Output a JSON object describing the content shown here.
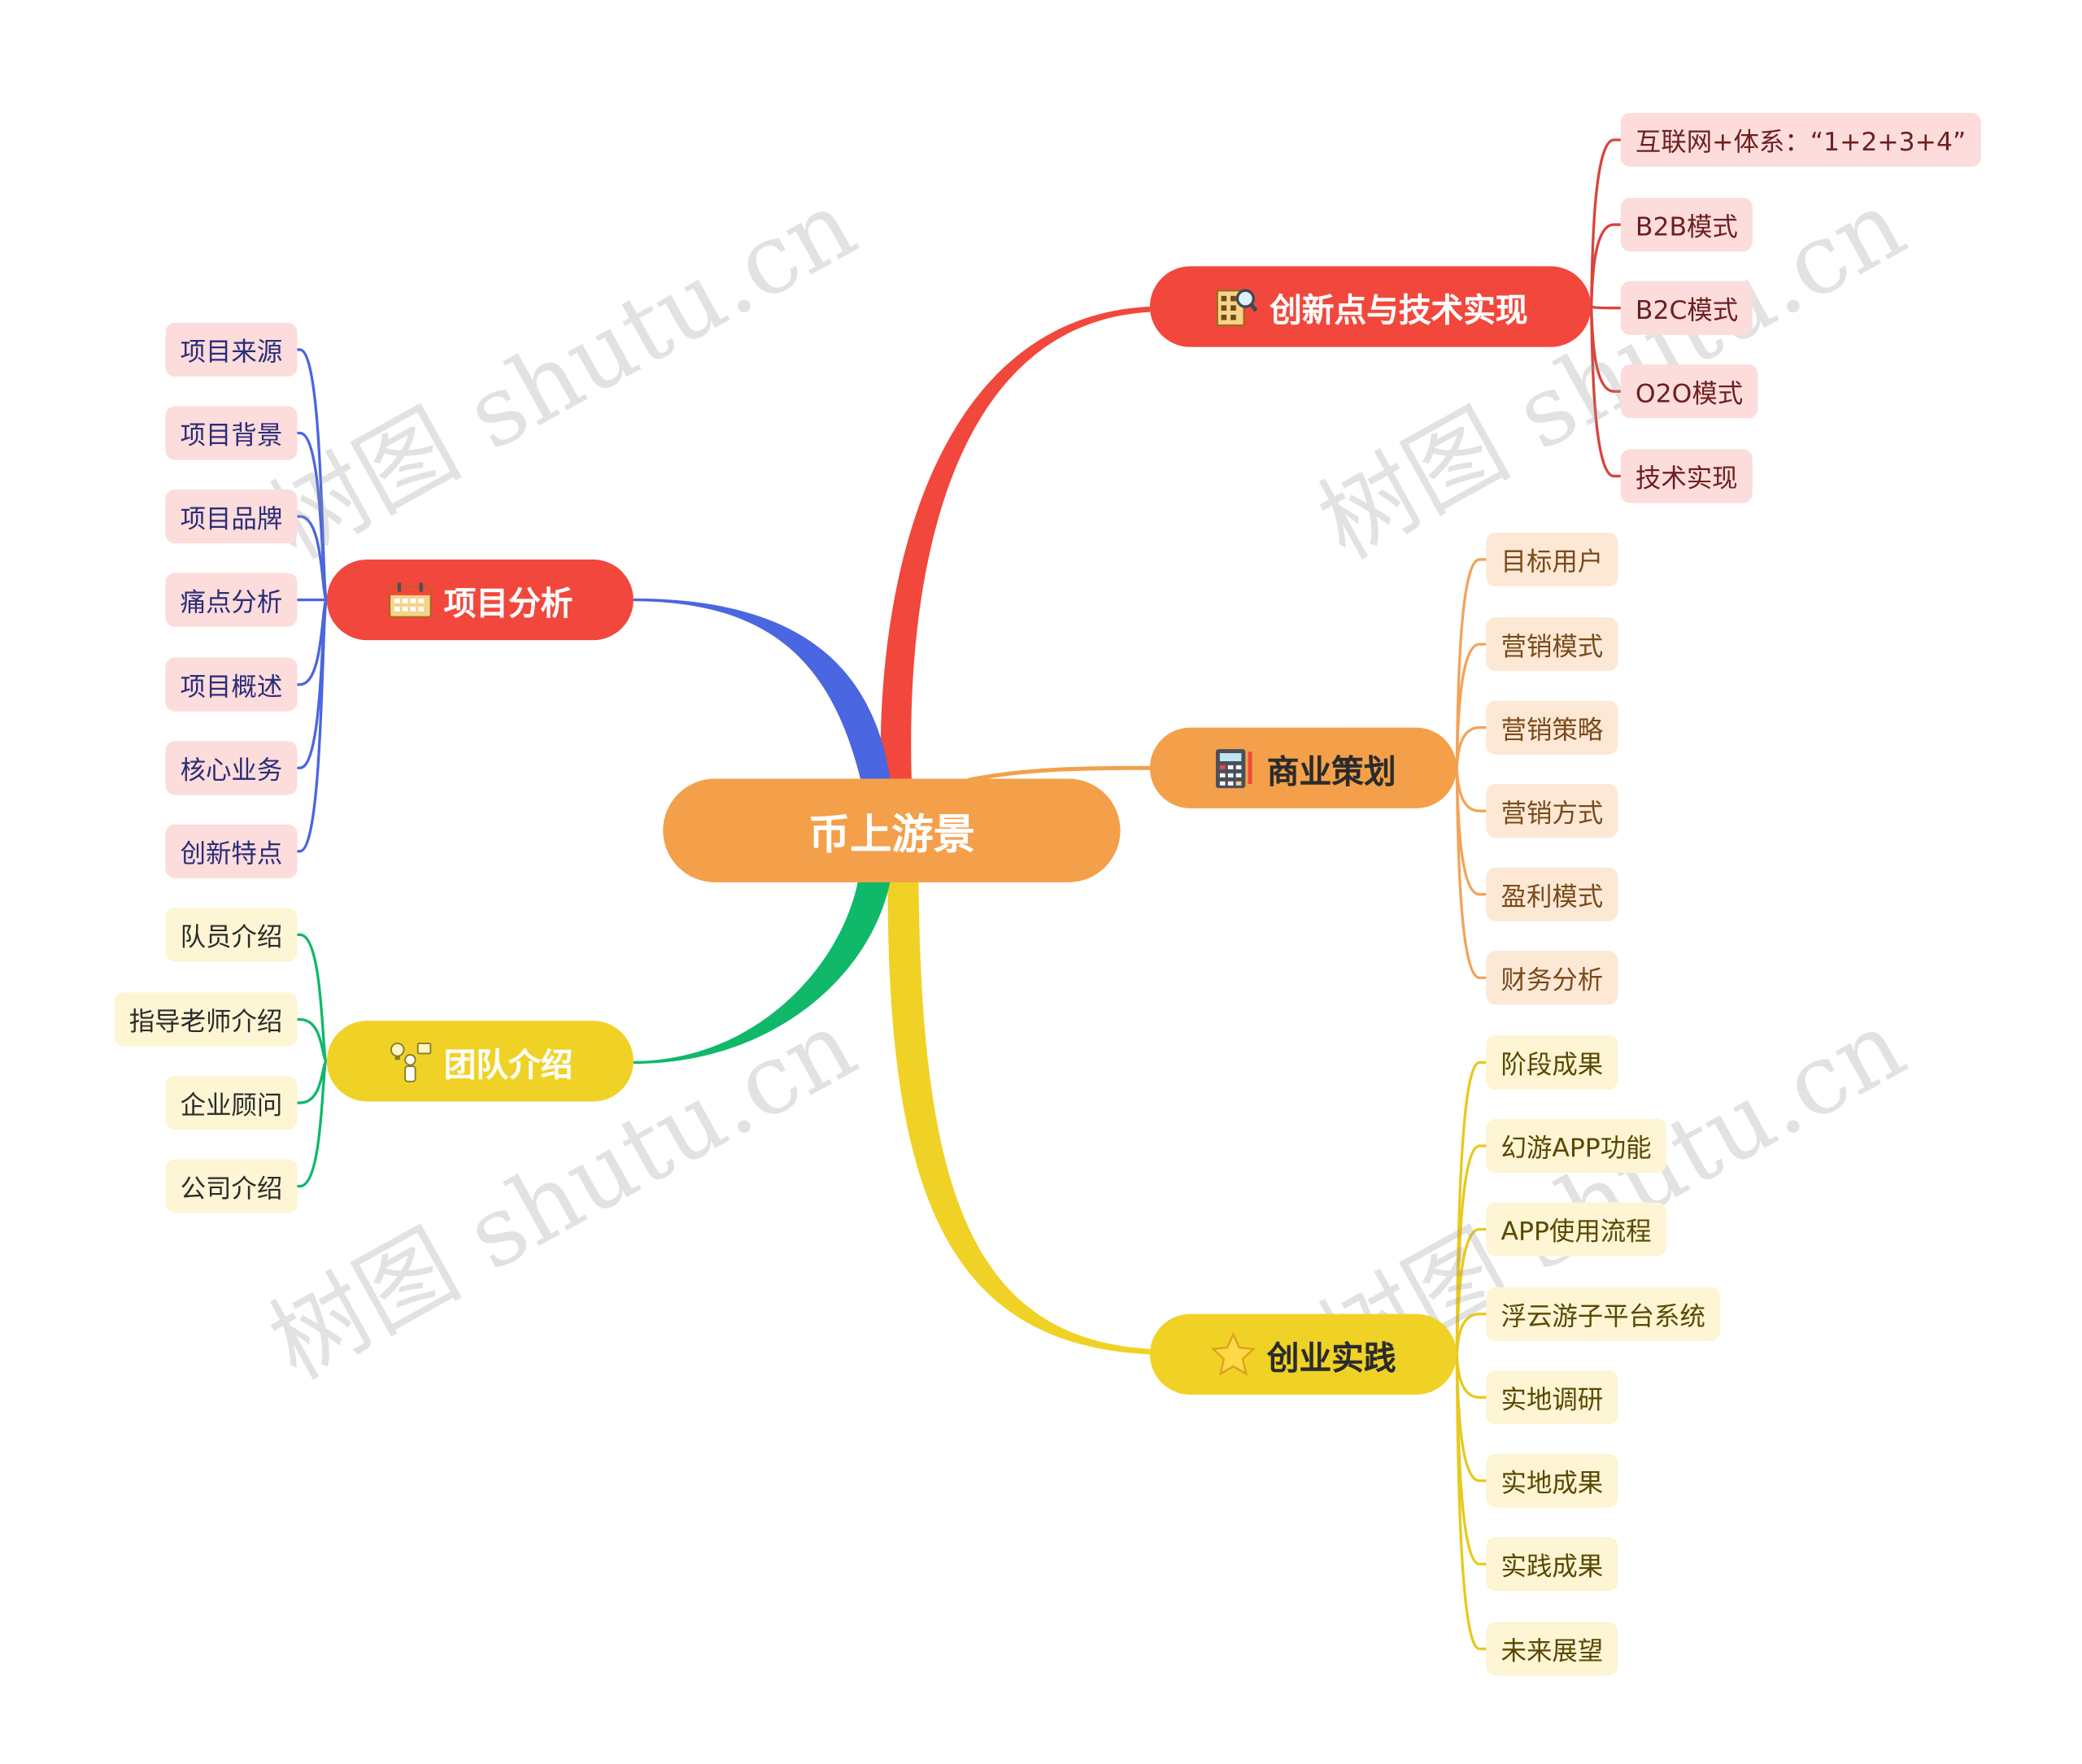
{
  "root": {
    "label": "币上游景",
    "color": "#f4a04a"
  },
  "branches": {
    "innovation": {
      "label": "创新点与技术实现",
      "color": "#f2473c",
      "icon": "building-search-icon",
      "items": [
        "互联网+体系：“1+2+3+4”",
        "B2B模式",
        "B2C模式",
        "O2O模式",
        "技术实现"
      ]
    },
    "business": {
      "label": "商业策划",
      "color": "#f4a04a",
      "icon": "calculator-icon",
      "items": [
        "目标用户",
        "营销模式",
        "营销策略",
        "营销方式",
        "盈利模式",
        "财务分析"
      ]
    },
    "practice": {
      "label": "创业实践",
      "color": "#f0d226",
      "icon": "star-icon",
      "items": [
        "阶段成果",
        "幻游APP功能",
        "APP使用流程",
        "浮云游子平台系统",
        "实地调研",
        "实地成果",
        "实践成果",
        "未来展望"
      ]
    },
    "analysis": {
      "label": "项目分析",
      "color": "#f2473c",
      "icon": "calendar-icon",
      "items": [
        "项目来源",
        "项目背景",
        "项目品牌",
        "痛点分析",
        "项目概述",
        "核心业务",
        "创新特点"
      ]
    },
    "team": {
      "label": "团队介绍",
      "color": "#f0d226",
      "icon": "team-idea-icon",
      "items": [
        "队员介绍",
        "指导老师介绍",
        "企业顾问",
        "公司介绍"
      ]
    }
  },
  "watermark": "树图 shutu.cn"
}
